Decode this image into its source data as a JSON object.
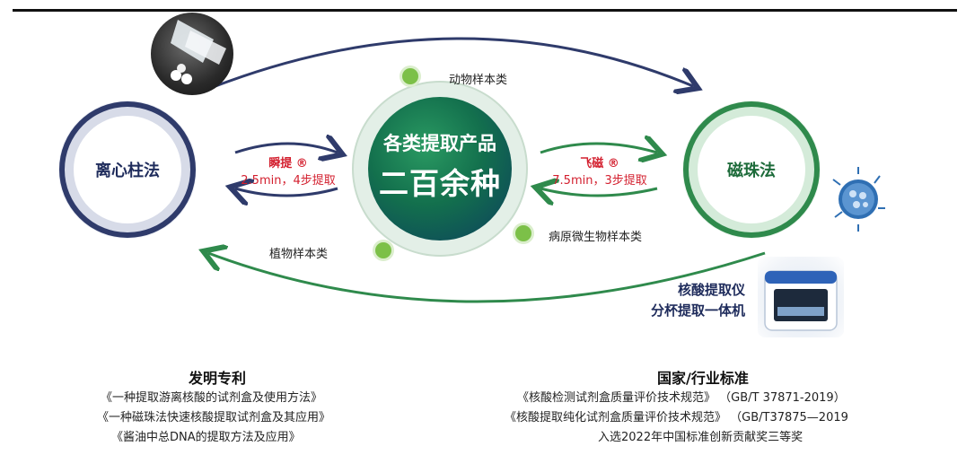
{
  "methods": {
    "left": "离心柱法",
    "right": "磁珠法"
  },
  "center": {
    "line1": "各类提取产品",
    "line2": "二百余种"
  },
  "categories": {
    "animal": "动物样本类",
    "plant": "植物样本类",
    "pathogen": "病原微生物样本类"
  },
  "left_link": {
    "brand": "瞬提 ®",
    "detail": "2.5min，4步提取"
  },
  "right_link": {
    "brand": "飞磁 ®",
    "detail": "7.5min，3步提取"
  },
  "instrument": {
    "line1": "核酸提取仪",
    "line2": "分杯提取一体机"
  },
  "patents": {
    "title": "发明专利",
    "items": [
      "《一种提取游离核酸的试剂盒及使用方法》",
      "《一种磁珠法快速核酸提取试剂盒及其应用》",
      "《酱油中总DNA的提取方法及应用》"
    ]
  },
  "standards": {
    "title": "国家/行业标准",
    "items": [
      "《核酸检测试剂盒质量评价技术规范》 （GB/T 37871-2019）",
      "《核酸提取纯化试剂盒质量评价技术规范》 （GB/T37875—2019",
      "入选2022年中国标准创新贡献奖三等奖"
    ]
  },
  "colors": {
    "navy": "#2f3b6b",
    "green": "#2f8a4c",
    "accent_red": "#d31f2e",
    "dot_green": "#7cc048"
  },
  "icons": [
    "centrifuge-tube-photo",
    "magnetic-bead-illustration",
    "extraction-instrument-photo"
  ]
}
